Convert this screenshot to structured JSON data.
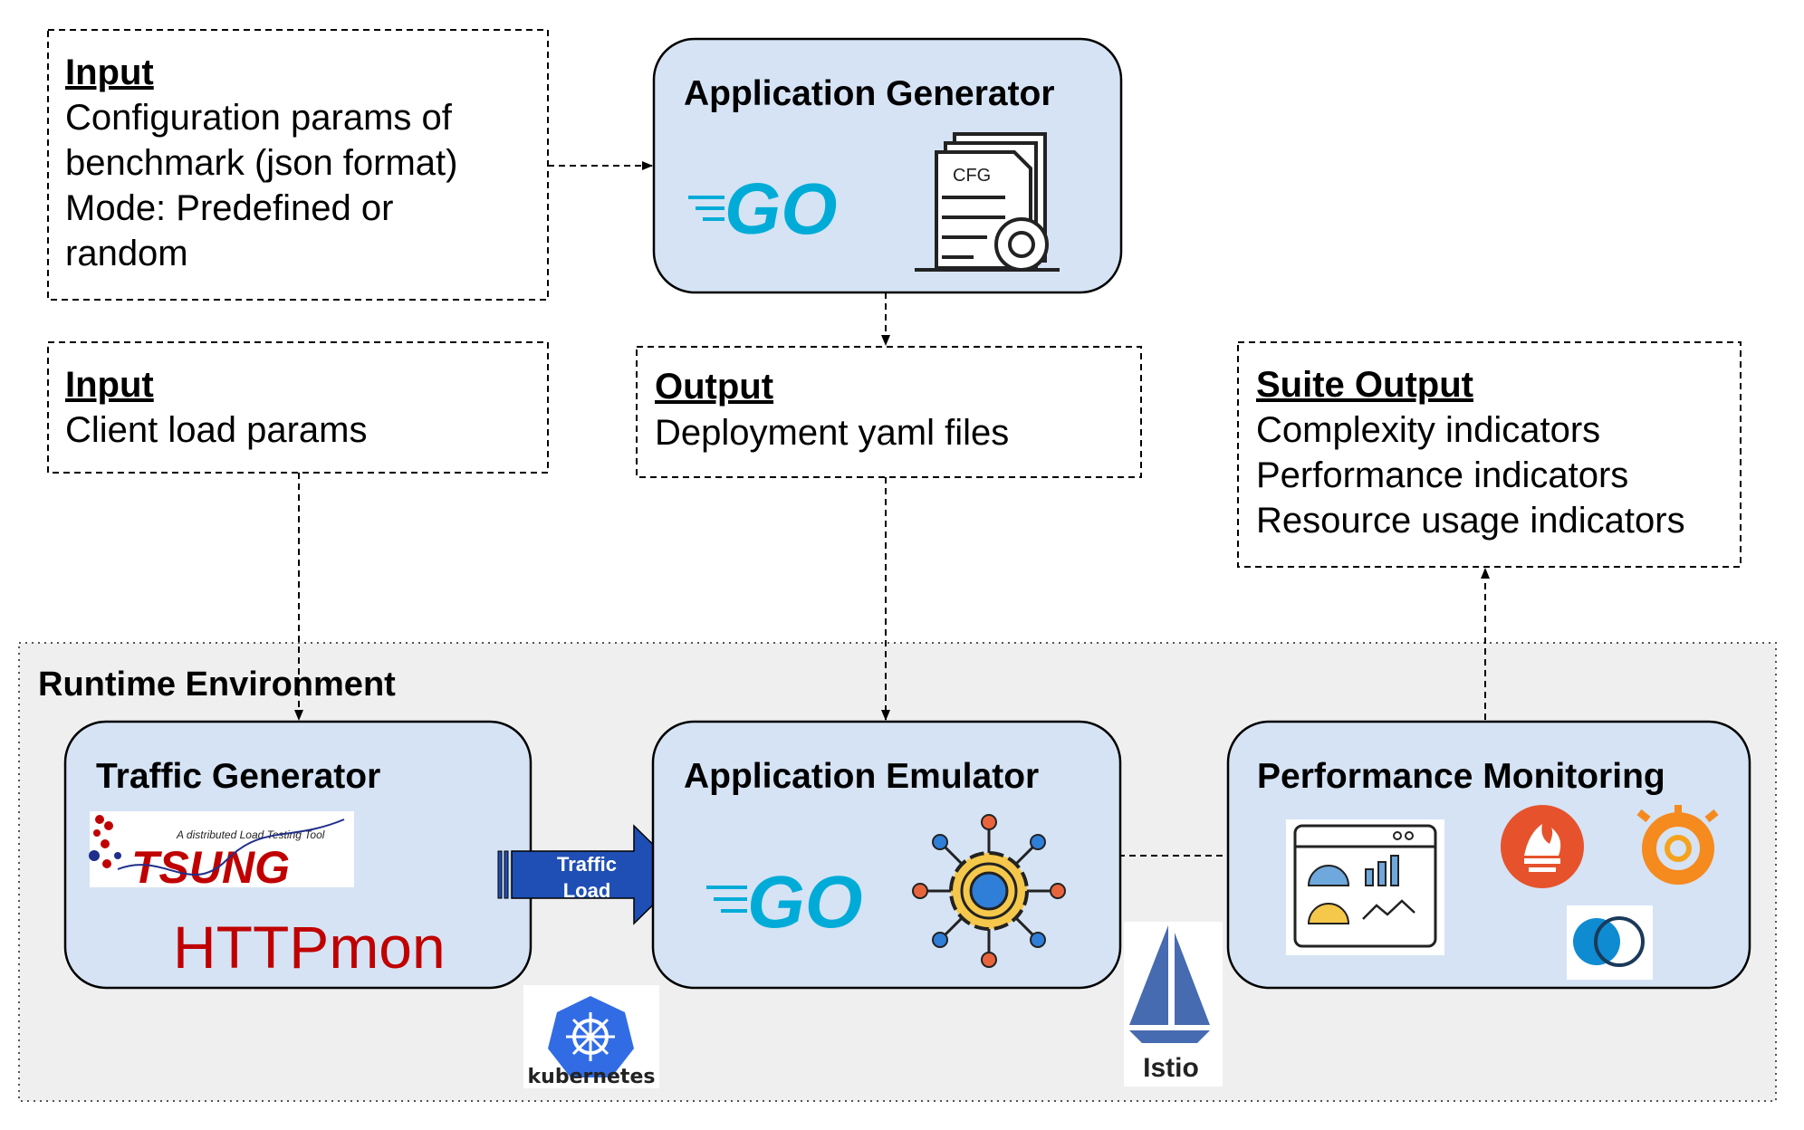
{
  "colors": {
    "box_fill": "#d5e3f4",
    "env_fill": "#efefef",
    "go_blue": "#00acd7",
    "httpmon_red": "#c00000",
    "arrow_blue": "#1f4fb5",
    "k8s_blue": "#326ce5",
    "istio_blue": "#466bb0",
    "prometheus_orange": "#e6522c",
    "grafana_orange": "#f58a1f"
  },
  "input_config": {
    "heading": "Input",
    "lines": [
      "Configuration params of",
      "benchmark (json format)",
      "Mode: Predefined or",
      "random"
    ]
  },
  "input_client": {
    "heading": "Input",
    "lines": [
      "Client load params"
    ]
  },
  "output_deploy": {
    "heading": "Output",
    "lines": [
      "Deployment yaml files"
    ]
  },
  "suite_output": {
    "heading": "Suite Output",
    "lines": [
      "Complexity indicators",
      "Performance indicators",
      "Resource usage indicators"
    ]
  },
  "app_generator": {
    "title": "Application Generator",
    "go_logo": "GO",
    "cfg_label": "CFG",
    "icons": [
      "go-logo-icon",
      "cfg-file-gear-icon"
    ]
  },
  "runtime_env": {
    "title": "Runtime Environment"
  },
  "traffic_generator": {
    "title": "Traffic Generator",
    "tsung_tagline": "A distributed Load Testing Tool",
    "tsung_name": "TSUNG",
    "httpmon": "HTTPmon",
    "icons": [
      "tsung-logo-icon"
    ]
  },
  "traffic_arrow": {
    "line1": "Traffic",
    "line2": "Load"
  },
  "app_emulator": {
    "title": "Application Emulator",
    "go_logo": "GO",
    "icons": [
      "go-logo-icon",
      "microservice-gear-icon"
    ]
  },
  "perf_monitoring": {
    "title": "Performance Monitoring",
    "icons": [
      "dashboard-icon",
      "prometheus-icon",
      "grafana-icon",
      "jaeger-icon"
    ]
  },
  "kubernetes": {
    "label": "kubernetes",
    "icon": "kubernetes-icon"
  },
  "istio": {
    "label": "Istio",
    "icon": "istio-sail-icon"
  }
}
